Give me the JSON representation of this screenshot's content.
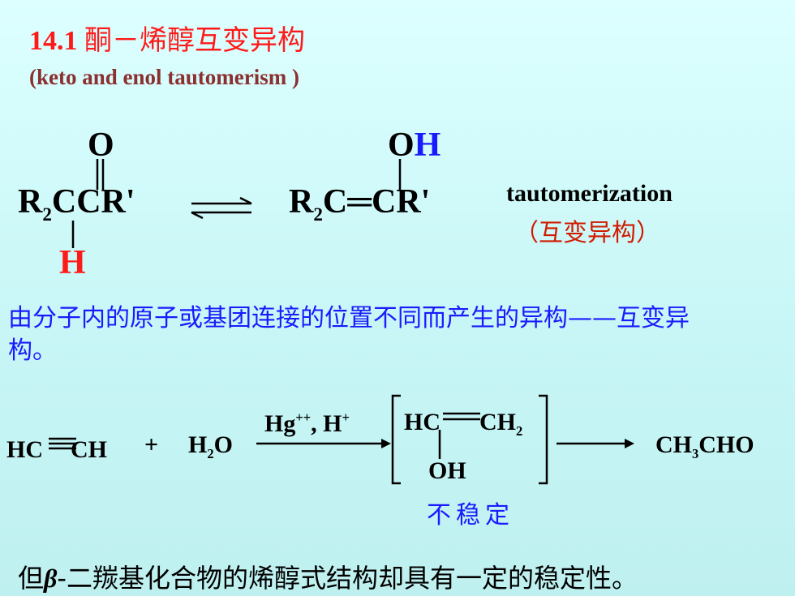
{
  "title": {
    "number": "14.1",
    "text": "酮－烯醇互变异构"
  },
  "subtitle": "(keto and enol tautomerism )",
  "keto": {
    "oxygen": "O",
    "r2": "R",
    "r2_sub": "2",
    "carbons": "CCR'",
    "hydrogen": "H"
  },
  "enol": {
    "oh_o": "O",
    "oh_h": "H",
    "r2": "R",
    "r2_sub": "2",
    "c1": "C",
    "double_bond": "═",
    "c2": "CR'"
  },
  "tautomerization": {
    "en": "tautomerization",
    "cn": "（互变异构）"
  },
  "description": "由分子内的原子或基团连接的位置不同而产生的异构——互变异构。",
  "reaction": {
    "acetylene": {
      "left": "HC",
      "triple": "≡",
      "right": "CH"
    },
    "plus": "+",
    "water": {
      "h": "H",
      "sub": "2",
      "o": "O"
    },
    "catalyst": {
      "hg": "Hg",
      "hg_sup": "++",
      "sep": ", ",
      "h": "H",
      "h_sup": "+"
    },
    "intermediate": {
      "hc": "HC",
      "double": "═",
      "ch": "CH",
      "ch_sub": "2",
      "oh": "OH"
    },
    "product": {
      "ch": "CH",
      "sub": "3",
      "cho": "CHO"
    },
    "unstable_label": "不稳定"
  },
  "bottom_note": {
    "prefix": "但",
    "beta": "β",
    "rest": "-二羰基化合物的烯醇式结构却具有一定的稳定性。"
  }
}
